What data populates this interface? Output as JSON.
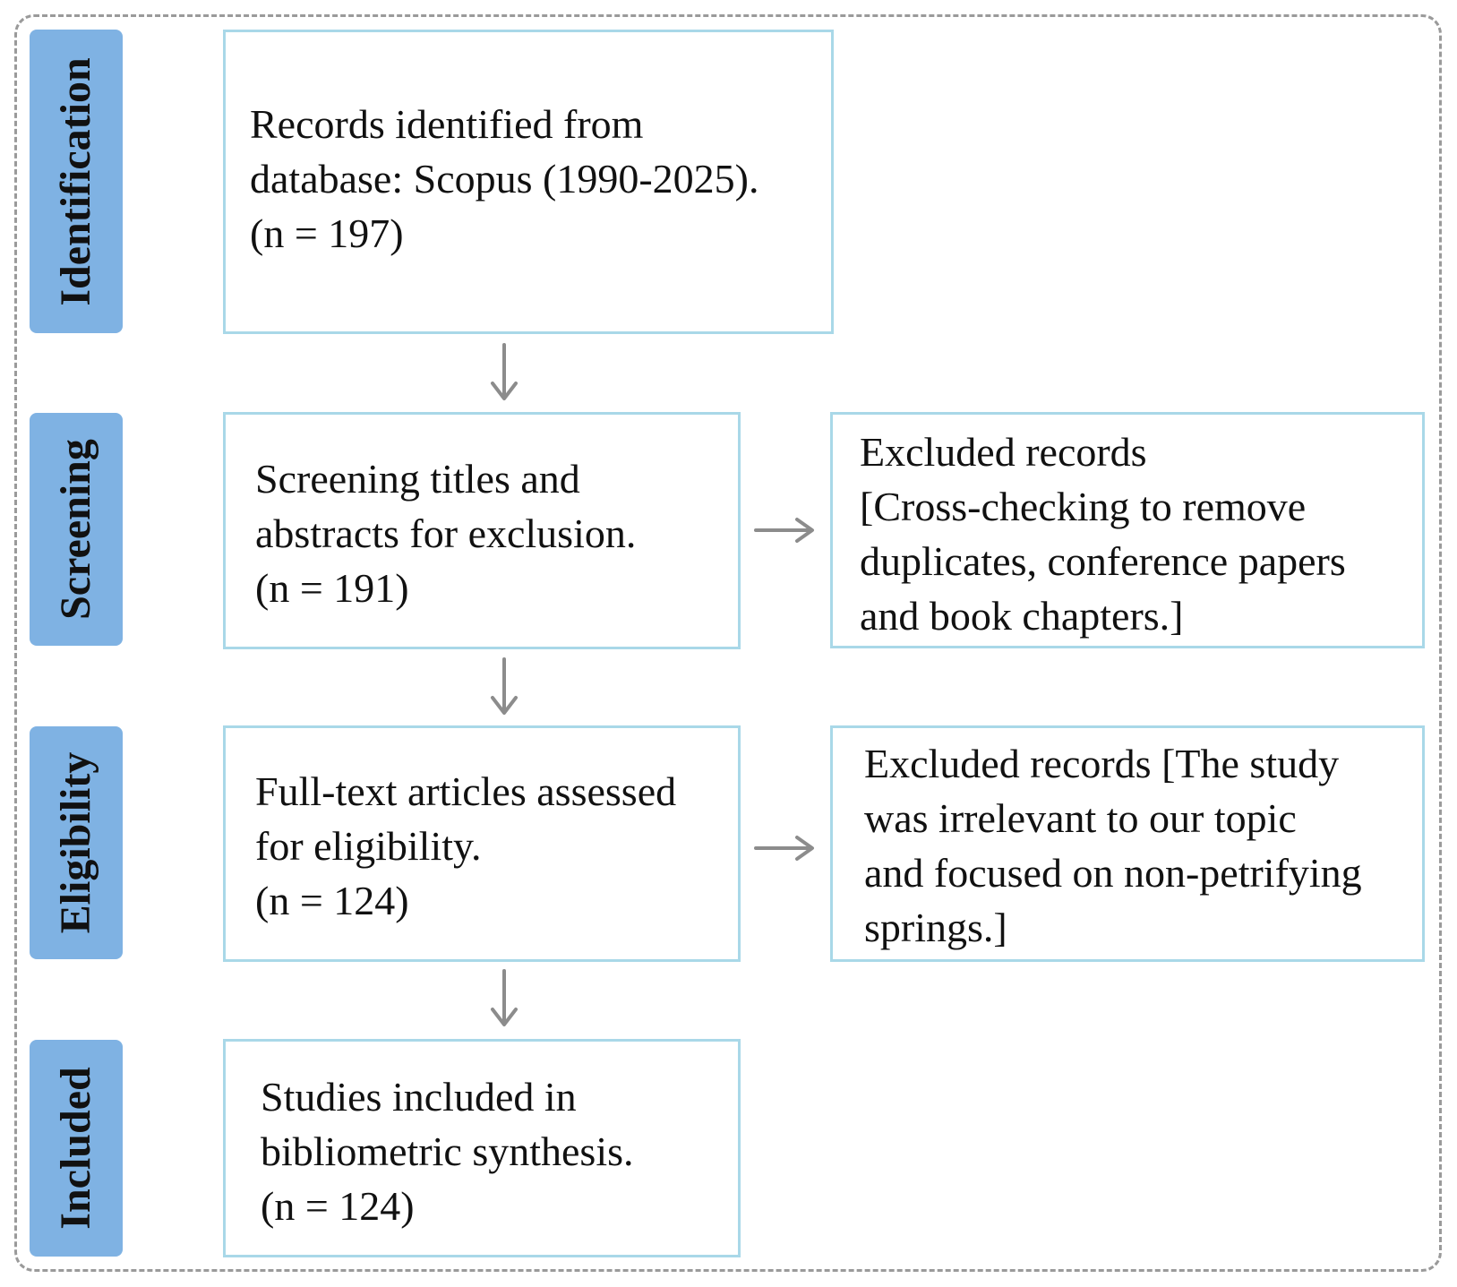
{
  "stages": {
    "identification": "Identification",
    "screening": "Screening",
    "eligibility": "Eligibility",
    "included": "Included"
  },
  "boxes": {
    "records_identified": "Records identified from\ndatabase: Scopus (1990-2025).\n(n = 197)",
    "screening": "Screening titles and\nabstracts for exclusion.\n(n = 191)",
    "excluded_screening": "Excluded records\n[Cross-checking to remove\nduplicates, conference papers\nand book chapters.]",
    "full_text": "Full-text articles assessed\nfor eligibility.\n(n = 124)",
    "excluded_eligibility": "Excluded records [The study\nwas irrelevant to our topic\nand focused on non-petrifying\nsprings.]",
    "included": "Studies included in\nbibliometric synthesis.\n(n = 124)"
  },
  "colors": {
    "stage_fill": "#7fb2e3",
    "box_border": "#a9d8e8",
    "arrow": "#8c8c8c",
    "frame_border": "#9a9a9a"
  }
}
